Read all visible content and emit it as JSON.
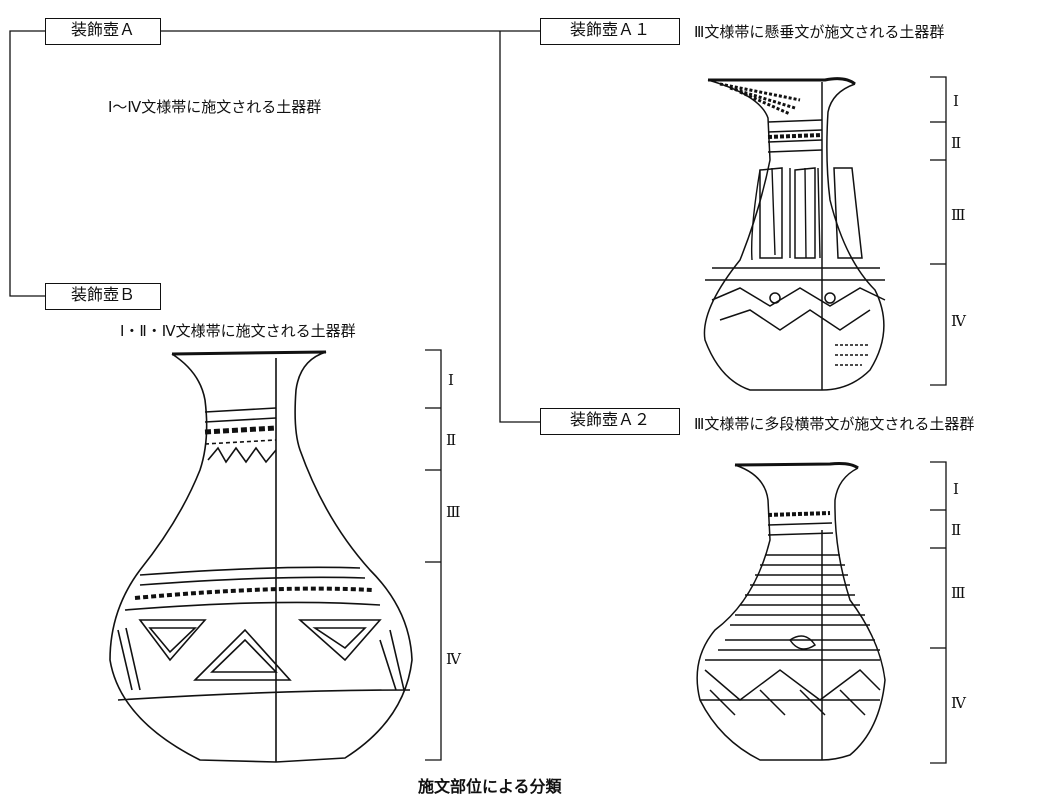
{
  "title": "施文部位による分類",
  "categories": {
    "a": {
      "label": "装飾壺Ａ",
      "desc": "Ⅰ～Ⅳ文様帯に施文される土器群"
    },
    "a1": {
      "label": "装飾壺Ａ１",
      "desc": "Ⅲ文様帯に懸垂文が施文される土器群"
    },
    "a2": {
      "label": "装飾壺Ａ２",
      "desc": "Ⅲ文様帯に多段横帯文が施文される土器群"
    },
    "b": {
      "label": "装飾壺Ｂ",
      "desc": "Ⅰ・Ⅱ・Ⅳ文様帯に施文される土器群"
    }
  },
  "zones": [
    "Ⅰ",
    "Ⅱ",
    "Ⅲ",
    "Ⅳ"
  ]
}
